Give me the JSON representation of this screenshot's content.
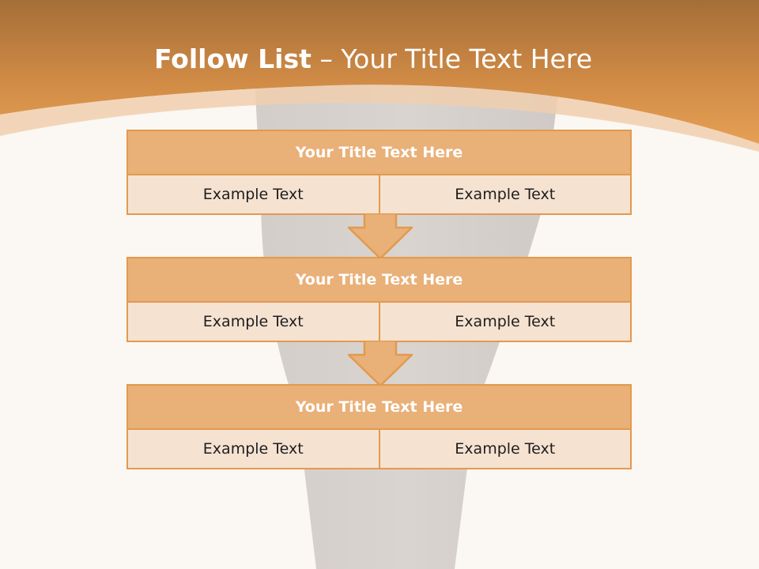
{
  "slide": {
    "title_bold": "Follow List",
    "title_rest": "– Your Title Text Here"
  },
  "blocks": [
    {
      "title": "Your Title Text Here",
      "left": "Example Text",
      "right": "Example Text"
    },
    {
      "title": "Your Title Text Here",
      "left": "Example Text",
      "right": "Example Text"
    },
    {
      "title": "Your Title Text Here",
      "left": "Example Text",
      "right": "Example Text"
    }
  ],
  "colors": {
    "header_orange": "#e39b4e",
    "block_header": "#e9b078",
    "block_body": "#f6e2d1",
    "border": "#e29a4e",
    "background": "#fbf7f3"
  }
}
